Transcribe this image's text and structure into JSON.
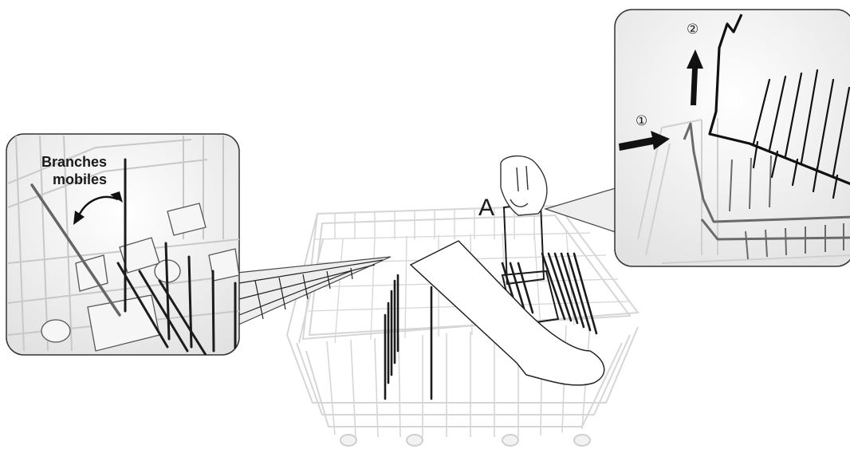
{
  "diagram": {
    "left_callout": {
      "line1": "Branches",
      "line2": "mobiles"
    },
    "part_label": "A",
    "steps": [
      "①",
      "②"
    ],
    "colors": {
      "rack": "#d9d9d9",
      "tines": "#1c1c1c",
      "panel_fill": "#eeeeee",
      "panel_stroke": "#333333",
      "line": "#222222"
    },
    "icons": [
      "hand-icon",
      "arm-icon",
      "arrow-right-icon",
      "arrow-up-icon",
      "curved-double-arrow-icon"
    ]
  }
}
